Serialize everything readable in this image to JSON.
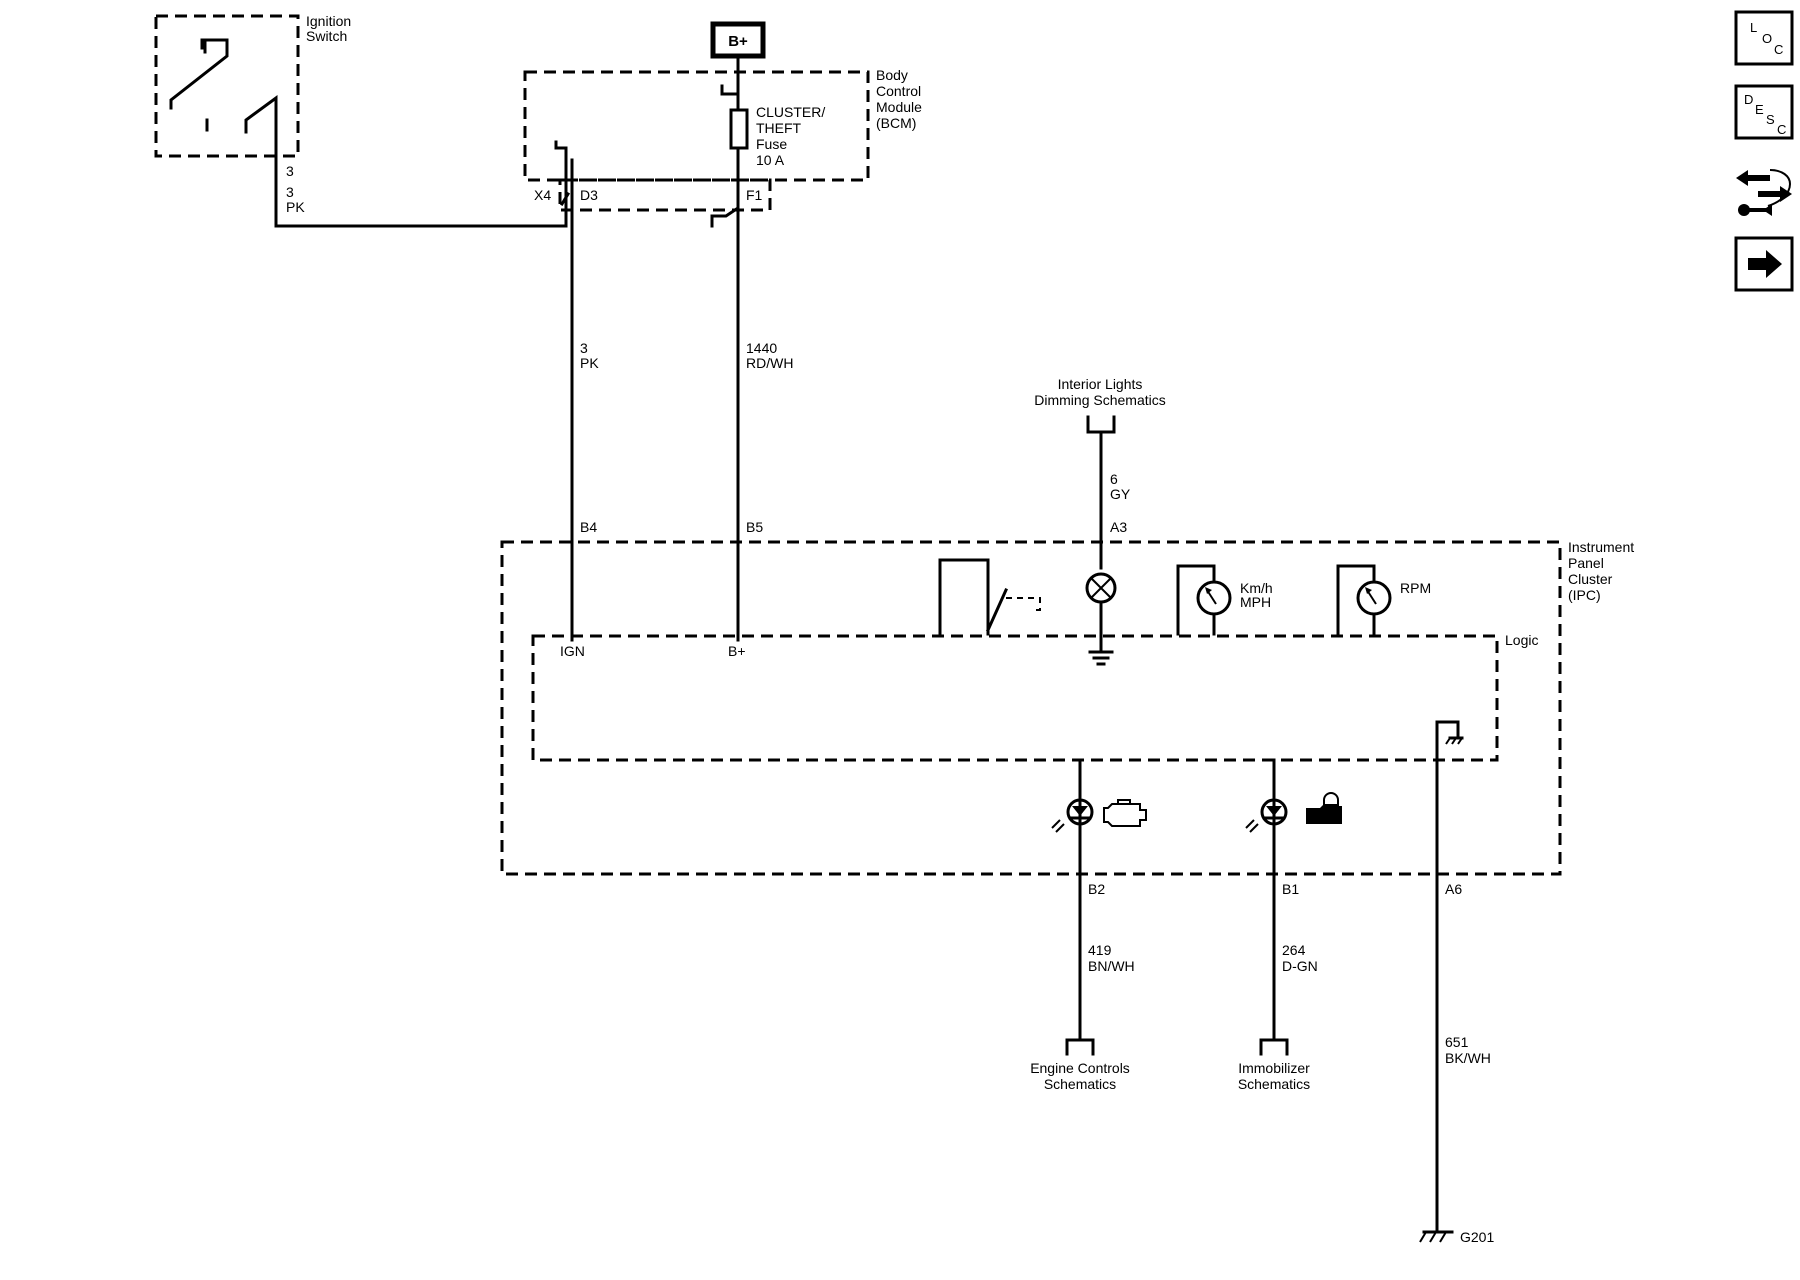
{
  "ignition_switch": {
    "label_l1": "Ignition",
    "label_l2": "Switch"
  },
  "battery": {
    "label": "B+"
  },
  "bcm": {
    "label_l1": "Body",
    "label_l2": "Control",
    "label_l3": "Module",
    "label_l4": "(BCM)",
    "fuse": {
      "l1": "CLUSTER/",
      "l2": "THEFT",
      "l3": "Fuse",
      "l4": "10 A"
    },
    "pins": {
      "x4": "X4",
      "d3": "D3",
      "f1": "F1"
    }
  },
  "wires": {
    "ign_circuit_top": "3",
    "ign_circuit": "3",
    "ign_color": "PK",
    "pk_circuit": "3",
    "pk_color": "PK",
    "batt_circuit": "1440",
    "batt_color": "RD/WH",
    "dim_circuit": "6",
    "dim_color": "GY",
    "engine_circuit": "419",
    "engine_color": "BN/WH",
    "immo_circuit": "264",
    "immo_color": "D-GN",
    "ground_circuit": "651",
    "ground_color": "BK/WH"
  },
  "interior_lights": {
    "l1": "Interior Lights",
    "l2": "Dimming Schematics"
  },
  "ipc": {
    "label_l1": "Instrument",
    "label_l2": "Panel",
    "label_l3": "Cluster",
    "label_l4": "(IPC)",
    "logic_label": "Logic",
    "pins": {
      "b4": "B4",
      "b5": "B5",
      "a3": "A3",
      "b2": "B2",
      "b1": "B1",
      "a6": "A6"
    },
    "inner": {
      "ign": "IGN",
      "bplus": "B+"
    },
    "gauges": {
      "speed_l1": "Km/h",
      "speed_l2": "MPH",
      "rpm": "RPM"
    }
  },
  "engine_controls": {
    "l1": "Engine Controls",
    "l2": "Schematics"
  },
  "immobilizer": {
    "l1": "Immobilizer",
    "l2": "Schematics"
  },
  "ground": {
    "label": "G201"
  },
  "side_toolbar": {
    "loc": {
      "a": "L",
      "b": "O",
      "c": "C"
    },
    "desc": {
      "a": "D",
      "b": "E",
      "c": "S",
      "d": "C"
    }
  }
}
